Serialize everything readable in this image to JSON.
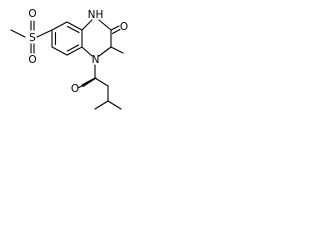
{
  "molecule": {
    "atom_labels": {
      "nh": "NH",
      "n": "N",
      "o_lactam": "O",
      "o_acyl": "O",
      "s": "S",
      "o_sulfonyl_top": "O",
      "o_sulfonyl_bottom": "O"
    }
  }
}
